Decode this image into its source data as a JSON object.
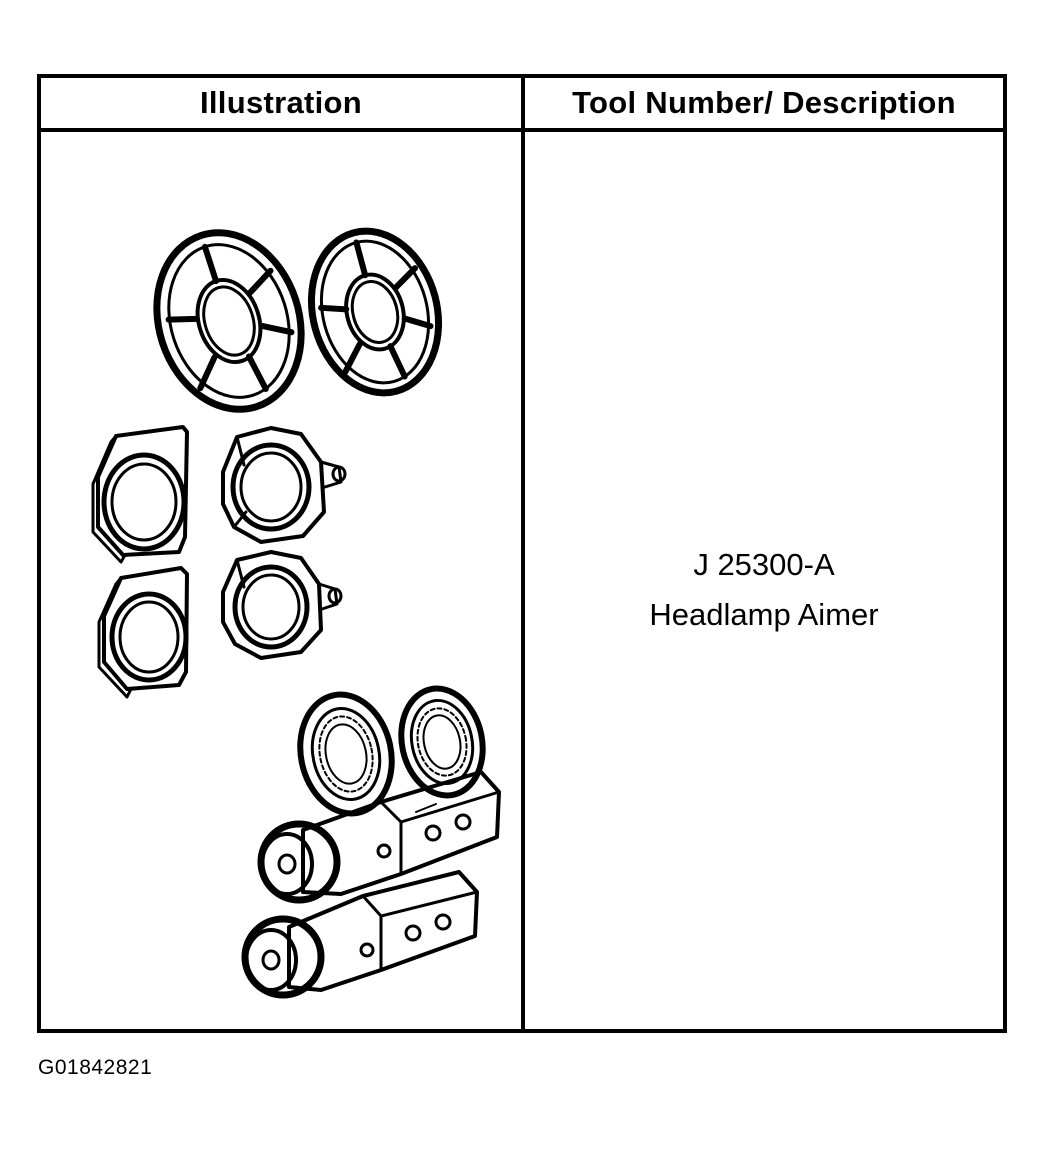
{
  "table": {
    "header_illustration": "Illustration",
    "header_tool": "Tool Number/ Description",
    "tool_number": "J 25300-A",
    "tool_description": "Headlamp Aimer"
  },
  "figure_id": "G01842821",
  "illustration": {
    "parts": [
      "large-adapter-ring-icon",
      "large-adapter-ring-icon",
      "rectangular-adapter-icon",
      "clamp-adapter-icon",
      "rectangular-adapter-icon",
      "clamp-adapter-icon",
      "small-adapter-ring-icon",
      "small-adapter-ring-icon",
      "aimer-body-icon",
      "aimer-body-icon"
    ]
  }
}
